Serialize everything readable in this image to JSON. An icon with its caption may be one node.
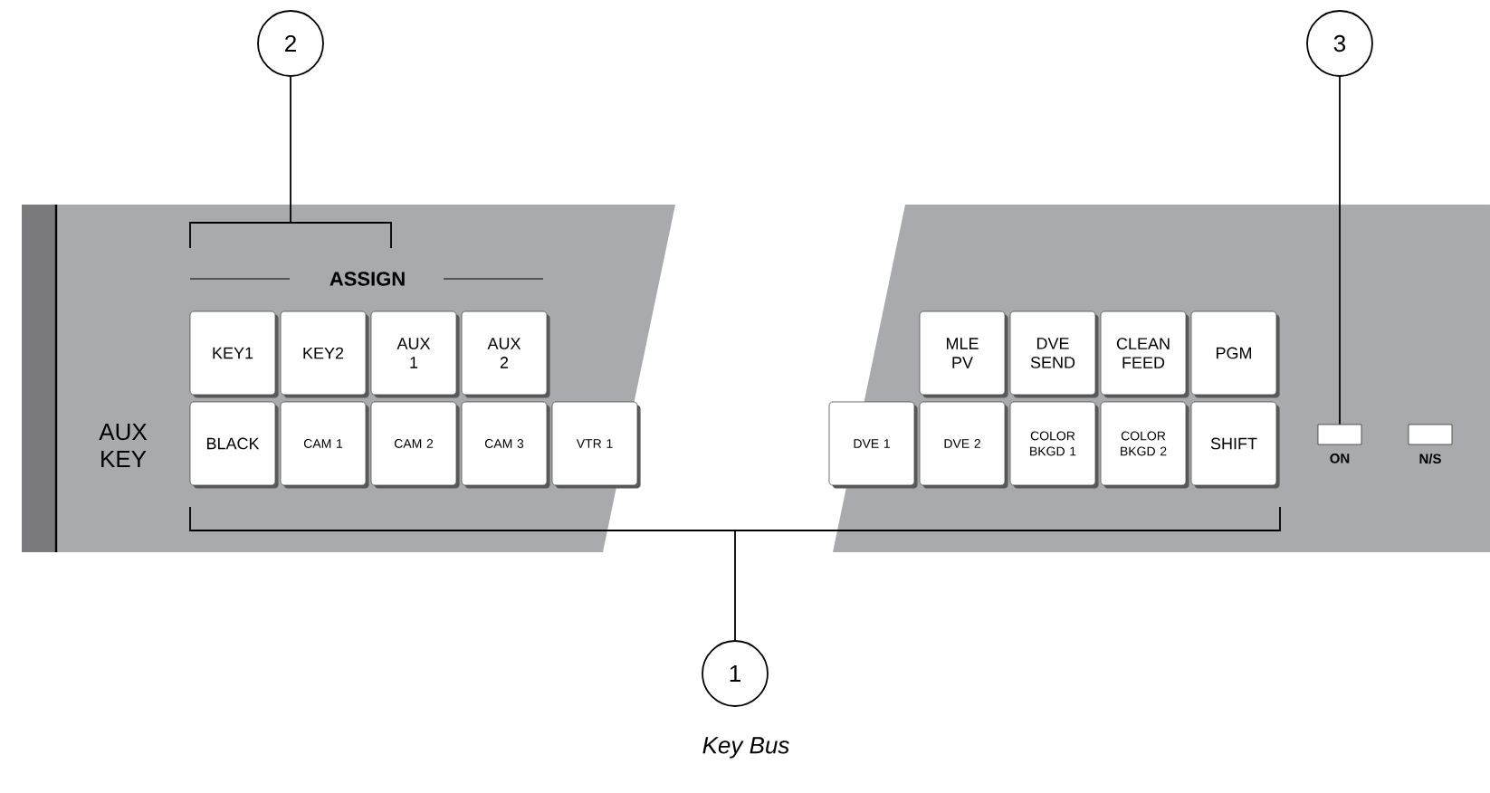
{
  "diagram": {
    "caption": "Key Bus",
    "nodes": [
      {
        "text": [
          "2"
        ]
      },
      {
        "text": [
          "3"
        ]
      },
      {
        "text": [
          "KEY1"
        ]
      },
      {
        "text": [
          "KEY2"
        ]
      },
      {
        "text": [
          "AUX 1"
        ]
      },
      {
        "text": [
          "AUX 2"
        ]
      },
      {
        "text": [
          "MLE PV"
        ]
      },
      {
        "text": [
          "DVE SEND"
        ]
      },
      {
        "text": [
          "CLEAN FEED"
        ]
      },
      {
        "text": [
          "PGM"
        ]
      },
      {
        "text": [
          "BLACK"
        ]
      },
      {
        "text": [
          "CAM 1"
        ]
      },
      {
        "text": [
          "CAM 2"
        ]
      },
      {
        "text": [
          "CAM 3"
        ]
      },
      {
        "text": [
          "VTR 1"
        ]
      },
      {
        "text": [
          "DVE 1"
        ]
      },
      {
        "text": [
          "DVE 2"
        ]
      },
      {
        "text": [
          "COLOR BKGD 1"
        ]
      },
      {
        "text": [
          "COLOR BKGD 2"
        ]
      },
      {
        "text": [
          "SHIFT"
        ]
      },
      {
        "text": [
          "ON"
        ]
      },
      {
        "text": [
          "N/S"
        ]
      },
      {
        "text": [
          "1"
        ]
      },
      {
        "text": [],
        "shape": "bracket"
      },
      {
        "text": [],
        "shape": "bracket"
      }
    ],
    "edges": [
      {
        "from": 0,
        "to": 23,
        "arrow": "none"
      },
      {
        "from": 1,
        "to": 20,
        "arrow": "none"
      },
      {
        "from": 22,
        "to": 24,
        "arrow": "none"
      }
    ],
    "labels": [
      "ASSIGN",
      "AUX KEY"
    ]
  }
}
